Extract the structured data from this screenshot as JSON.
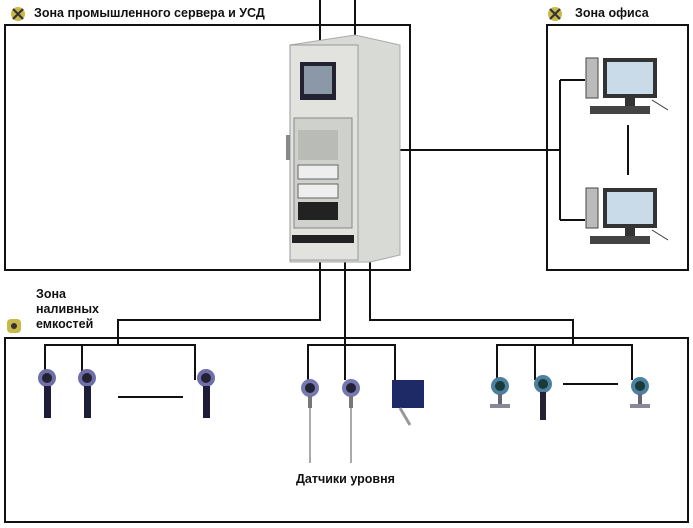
{
  "zones": {
    "server": {
      "label": "Зона промышленного сервера и УСД",
      "icon": "hazard-zone-icon"
    },
    "office": {
      "label": "Зона офиса",
      "icon": "hazard-zone-icon"
    },
    "tanks": {
      "label_line1": "Зона",
      "label_line2": "наливных",
      "label_line3": "емкостей",
      "icon": "explosion-zone-icon"
    }
  },
  "sensors_label": "Датчики уровня",
  "colors": {
    "line": "#111111",
    "cabinet": "#d6d8d4",
    "sensor_head": "#6e6fa8",
    "sensor_head_green": "#4d7f9e"
  }
}
